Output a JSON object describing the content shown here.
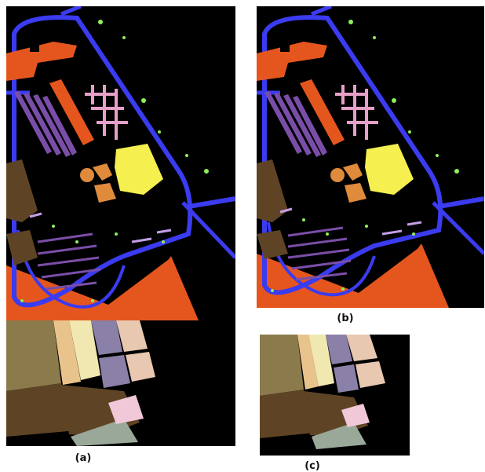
{
  "figure": {
    "captions": {
      "a": "(a)",
      "b": "(b)",
      "c": "(c)"
    }
  },
  "colors": {
    "background": "#000000",
    "road": "#3B3BF0",
    "trees": "#8CF05A",
    "orange_area": "#E5561E",
    "pink_trees": "#E6A0C8",
    "yellow_block": "#F5F050",
    "orange_brown": "#E08A3C",
    "purple_strips": "#7A4EA8",
    "lavender": "#C49EE6",
    "brown_field": "#5E4424",
    "olive_field": "#8A7A4C",
    "slate_strip": "#8A80A8",
    "tan_strip": "#E8C48C",
    "cream_strip": "#F0E8B0",
    "peach_strip": "#E8C8B0",
    "grey_green": "#9AA89A",
    "light_pink": "#F0C8D8"
  }
}
